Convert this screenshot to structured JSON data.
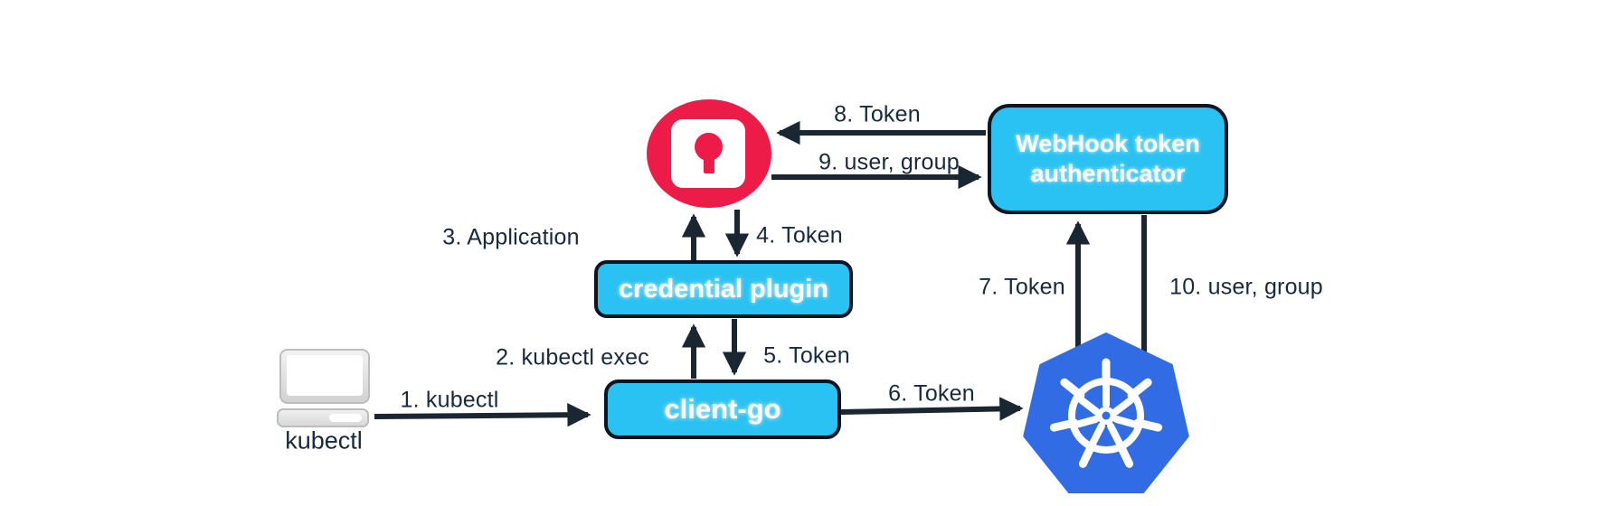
{
  "colors": {
    "box-fill": "#29c2f2",
    "box-border": "#0d1620",
    "text-navy": "#17293e",
    "arrow": "#1a2733",
    "lock-red": "#ec1b47",
    "k8s-blue": "#326ce5"
  },
  "nodes": {
    "kubectl": {
      "label": "kubectl"
    },
    "client_go": {
      "label": "client-go"
    },
    "credential_plugin": {
      "label": "credential plugin"
    },
    "webhook": {
      "label_line1": "WebHook token",
      "label_line2": "authenticator"
    }
  },
  "icons": {
    "laptop": "laptop-icon",
    "lock": "lock-keyhole-icon",
    "kubernetes": "kubernetes-helm-icon"
  },
  "steps": [
    {
      "label": "1. kubectl"
    },
    {
      "label": "2. kubectl exec"
    },
    {
      "label": "3. Application"
    },
    {
      "label": "4. Token"
    },
    {
      "label": "5. Token"
    },
    {
      "label": "6. Token"
    },
    {
      "label": "7. Token"
    },
    {
      "label": "8. Token"
    },
    {
      "label": "9. user, group"
    },
    {
      "label": "10. user, group"
    }
  ]
}
